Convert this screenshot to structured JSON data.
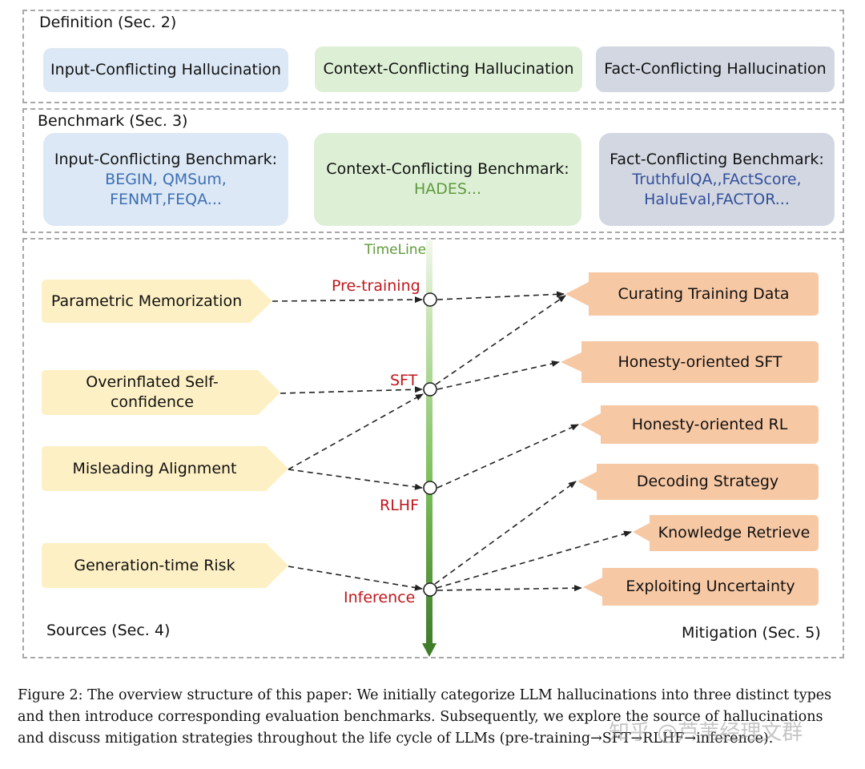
{
  "colors": {
    "blue": "#dce8f5",
    "green": "#ddf0d6",
    "gray": "#d2d7e2",
    "yellow": "#fdf0c4",
    "orange": "#f7c8a4",
    "stage_red": "#c0171c",
    "timeline_green": "#5f9a3b"
  },
  "definition": {
    "label": "Definition (Sec. 2)",
    "items": [
      "Input-Conflicting Hallucination",
      "Context-Conflicting Hallucination",
      "Fact-Conflicting Hallucination"
    ]
  },
  "benchmark": {
    "label": "Benchmark (Sec. 3)",
    "items": [
      {
        "title": "Input-Conflicting Benchmark:",
        "line1": "BEGIN, QMSum,",
        "line2": "FENMT,FEQA..."
      },
      {
        "title": "Context-Conflicting Benchmark:",
        "line1": "HADES...",
        "line2": ""
      },
      {
        "title": "Fact-Conflicting Benchmark:",
        "line1": "TruthfulQA,,FActScore,",
        "line2": "HaluEval,FACTOR..."
      }
    ]
  },
  "flow": {
    "timeline_label": "TimeLine",
    "stages": [
      "Pre-training",
      "SFT",
      "RLHF",
      "Inference"
    ],
    "sources": [
      "Parametric Memorization",
      "Overinflated Self-confidence",
      "Misleading Alignment",
      "Generation-time Risk"
    ],
    "mitigations": [
      "Curating Training Data",
      "Honesty-oriented SFT",
      "Honesty-oriented RL",
      "Decoding Strategy",
      "Knowledge Retrieve",
      "Exploiting Uncertainty"
    ],
    "sources_label": "Sources (Sec. 4)",
    "mitigation_label": "Mitigation (Sec. 5)"
  },
  "caption": "Figure 2: The overview structure of this paper: We initially categorize LLM hallucinations into three distinct types and then introduce corresponding evaluation benchmarks. Subsequently, we explore the source of hallucinations and discuss mitigation strategies throughout the life cycle of LLMs (pre-training→SFT→RLHF→inference).",
  "watermark": "知乎 @芦苇经理文群"
}
